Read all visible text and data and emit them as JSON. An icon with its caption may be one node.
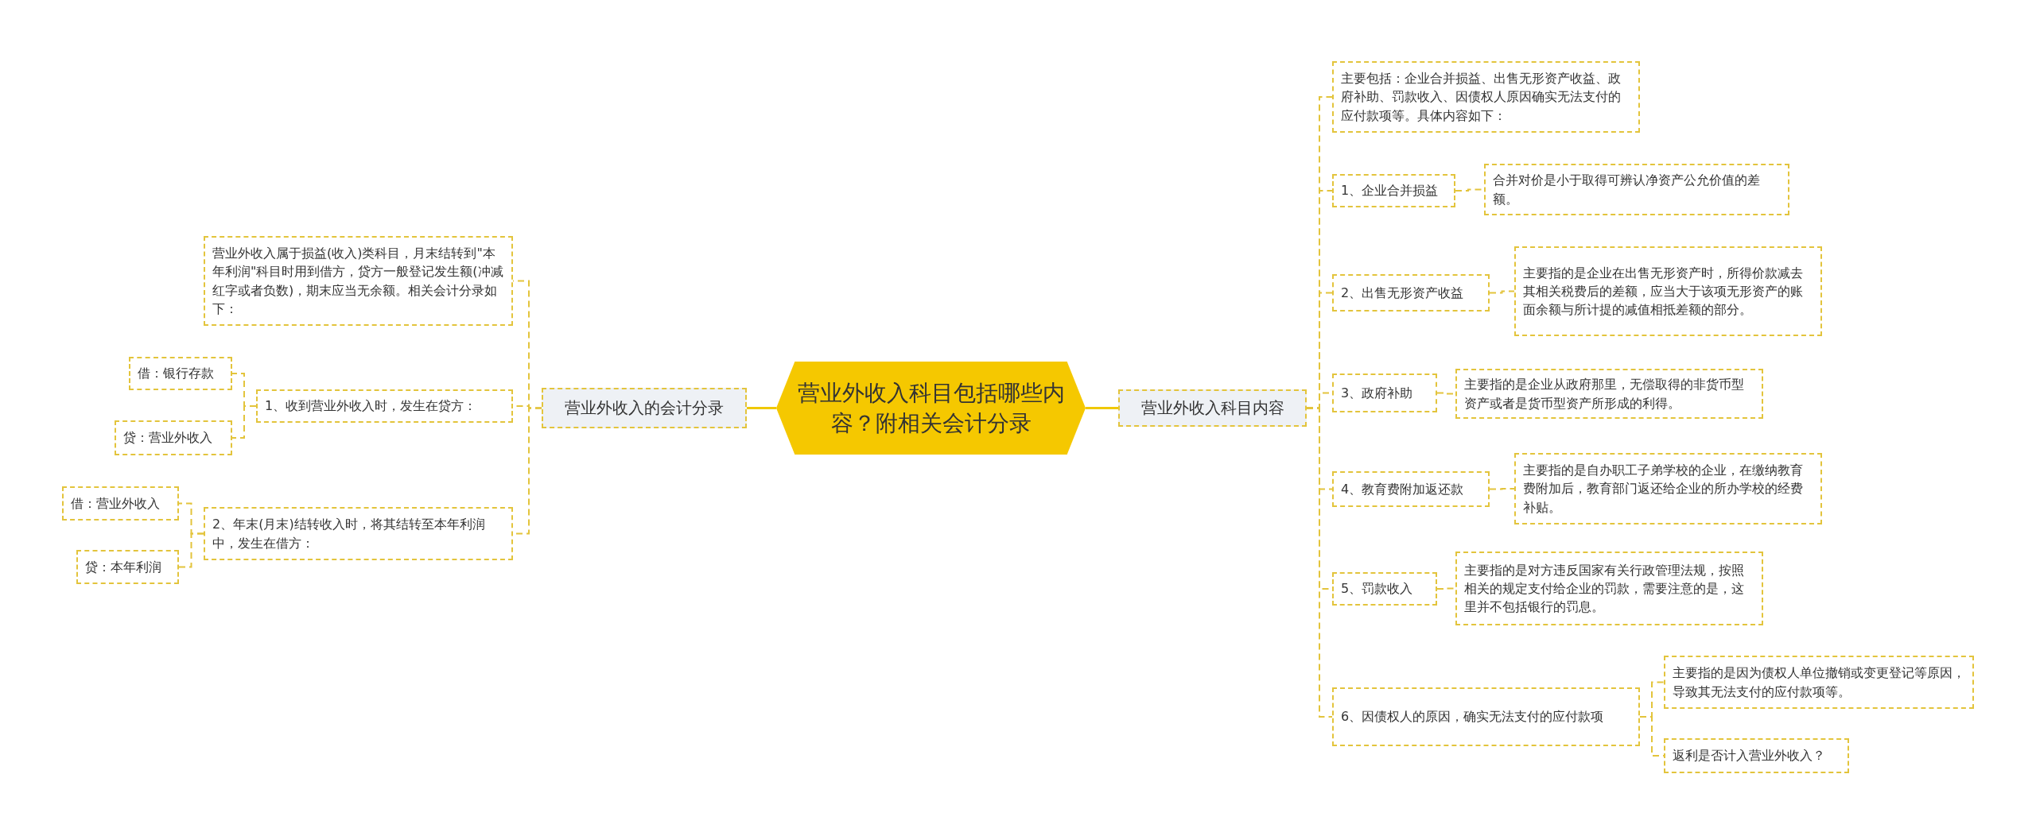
{
  "diagram": {
    "nodes": [
      {
        "text": [
          "营业外收入科目包括哪些内容？附相关会计分录"
        ]
      },
      {
        "text": [
          "营业外收入科目内容"
        ]
      },
      {
        "text": [
          "营业外收入的会计分录"
        ]
      },
      {
        "text": [
          "主要包括：企业合并损益、出售无形资产收益、政府补助、罚款收入、因债权人原因确实无法支付的应付款项等。具体内容如下："
        ]
      },
      {
        "text": [
          "1、企业合并损益"
        ]
      },
      {
        "text": [
          "合并对价是小于取得可辨认净资产公允价值的差额。"
        ]
      },
      {
        "text": [
          "2、出售无形资产收益"
        ]
      },
      {
        "text": [
          "主要指的是企业在出售无形资产时，所得价款减去其相关税费后的差额，应当大于该项无形资产的账面余额与所计提的减值相抵差额的部分。"
        ]
      },
      {
        "text": [
          "3、政府补助"
        ]
      },
      {
        "text": [
          "主要指的是企业从政府那里，无偿取得的非货币型资产或者是货币型资产所形成的利得。"
        ]
      },
      {
        "text": [
          "4、教育费附加返还款"
        ]
      },
      {
        "text": [
          "主要指的是自办职工子弟学校的企业，在缴纳教育费附加后，教育部门返还给企业的所办学校的经费补贴。"
        ]
      },
      {
        "text": [
          "5、罚款收入"
        ]
      },
      {
        "text": [
          "主要指的是对方违反国家有关行政管理法规，按照相关的规定支付给企业的罚款，需要注意的是，这里并不包括银行的罚息。"
        ]
      },
      {
        "text": [
          "6、因债权人的原因，确实无法支付的应付款项"
        ]
      },
      {
        "text": [
          "主要指的是因为债权人单位撤销或变更登记等原因，导致其无法支付的应付款项等。"
        ]
      },
      {
        "text": [
          "返利是否计入营业外收入？"
        ]
      },
      {
        "text": [
          "营业外收入属于损益(收入)类科目，月末结转到\"本年利润\"科目时用到借方，贷方一般登记发生额(冲减红字或者负数)，期末应当无余额。相关会计分录如下："
        ]
      },
      {
        "text": [
          "1、收到营业外收入时，发生在贷方："
        ]
      },
      {
        "text": [
          "借：银行存款"
        ]
      },
      {
        "text": [
          "贷：营业外收入"
        ]
      },
      {
        "text": [
          "2、年末(月末)结转收入时，将其结转至本年利润中，发生在借方："
        ]
      },
      {
        "text": [
          "借：营业外收入"
        ]
      },
      {
        "text": [
          "贷：本年利润"
        ]
      }
    ],
    "edges": [
      {
        "from": 0,
        "to": 1,
        "arrow": "none"
      },
      {
        "from": 0,
        "to": 2,
        "arrow": "none"
      },
      {
        "from": 1,
        "to": 3,
        "arrow": "none",
        "style": "dashed"
      },
      {
        "from": 1,
        "to": 4,
        "arrow": "none",
        "style": "dashed"
      },
      {
        "from": 4,
        "to": 5,
        "arrow": "none",
        "style": "dashed"
      },
      {
        "from": 1,
        "to": 6,
        "arrow": "none",
        "style": "dashed"
      },
      {
        "from": 6,
        "to": 7,
        "arrow": "none",
        "style": "dashed"
      },
      {
        "from": 1,
        "to": 8,
        "arrow": "none",
        "style": "dashed"
      },
      {
        "from": 8,
        "to": 9,
        "arrow": "none",
        "style": "dashed"
      },
      {
        "from": 1,
        "to": 10,
        "arrow": "none",
        "style": "dashed"
      },
      {
        "from": 10,
        "to": 11,
        "arrow": "none",
        "style": "dashed"
      },
      {
        "from": 1,
        "to": 12,
        "arrow": "none",
        "style": "dashed"
      },
      {
        "from": 12,
        "to": 13,
        "arrow": "none",
        "style": "dashed"
      },
      {
        "from": 1,
        "to": 14,
        "arrow": "none",
        "style": "dashed"
      },
      {
        "from": 14,
        "to": 15,
        "arrow": "none",
        "style": "dashed"
      },
      {
        "from": 14,
        "to": 16,
        "arrow": "none",
        "style": "dashed"
      },
      {
        "from": 2,
        "to": 17,
        "arrow": "none",
        "style": "dashed"
      },
      {
        "from": 2,
        "to": 18,
        "arrow": "none",
        "style": "dashed"
      },
      {
        "from": 18,
        "to": 19,
        "arrow": "none",
        "style": "dashed"
      },
      {
        "from": 18,
        "to": 20,
        "arrow": "none",
        "style": "dashed"
      },
      {
        "from": 2,
        "to": 21,
        "arrow": "none",
        "style": "dashed"
      },
      {
        "from": 21,
        "to": 22,
        "arrow": "none",
        "style": "dashed"
      },
      {
        "from": 21,
        "to": 23,
        "arrow": "none",
        "style": "dashed"
      }
    ]
  }
}
